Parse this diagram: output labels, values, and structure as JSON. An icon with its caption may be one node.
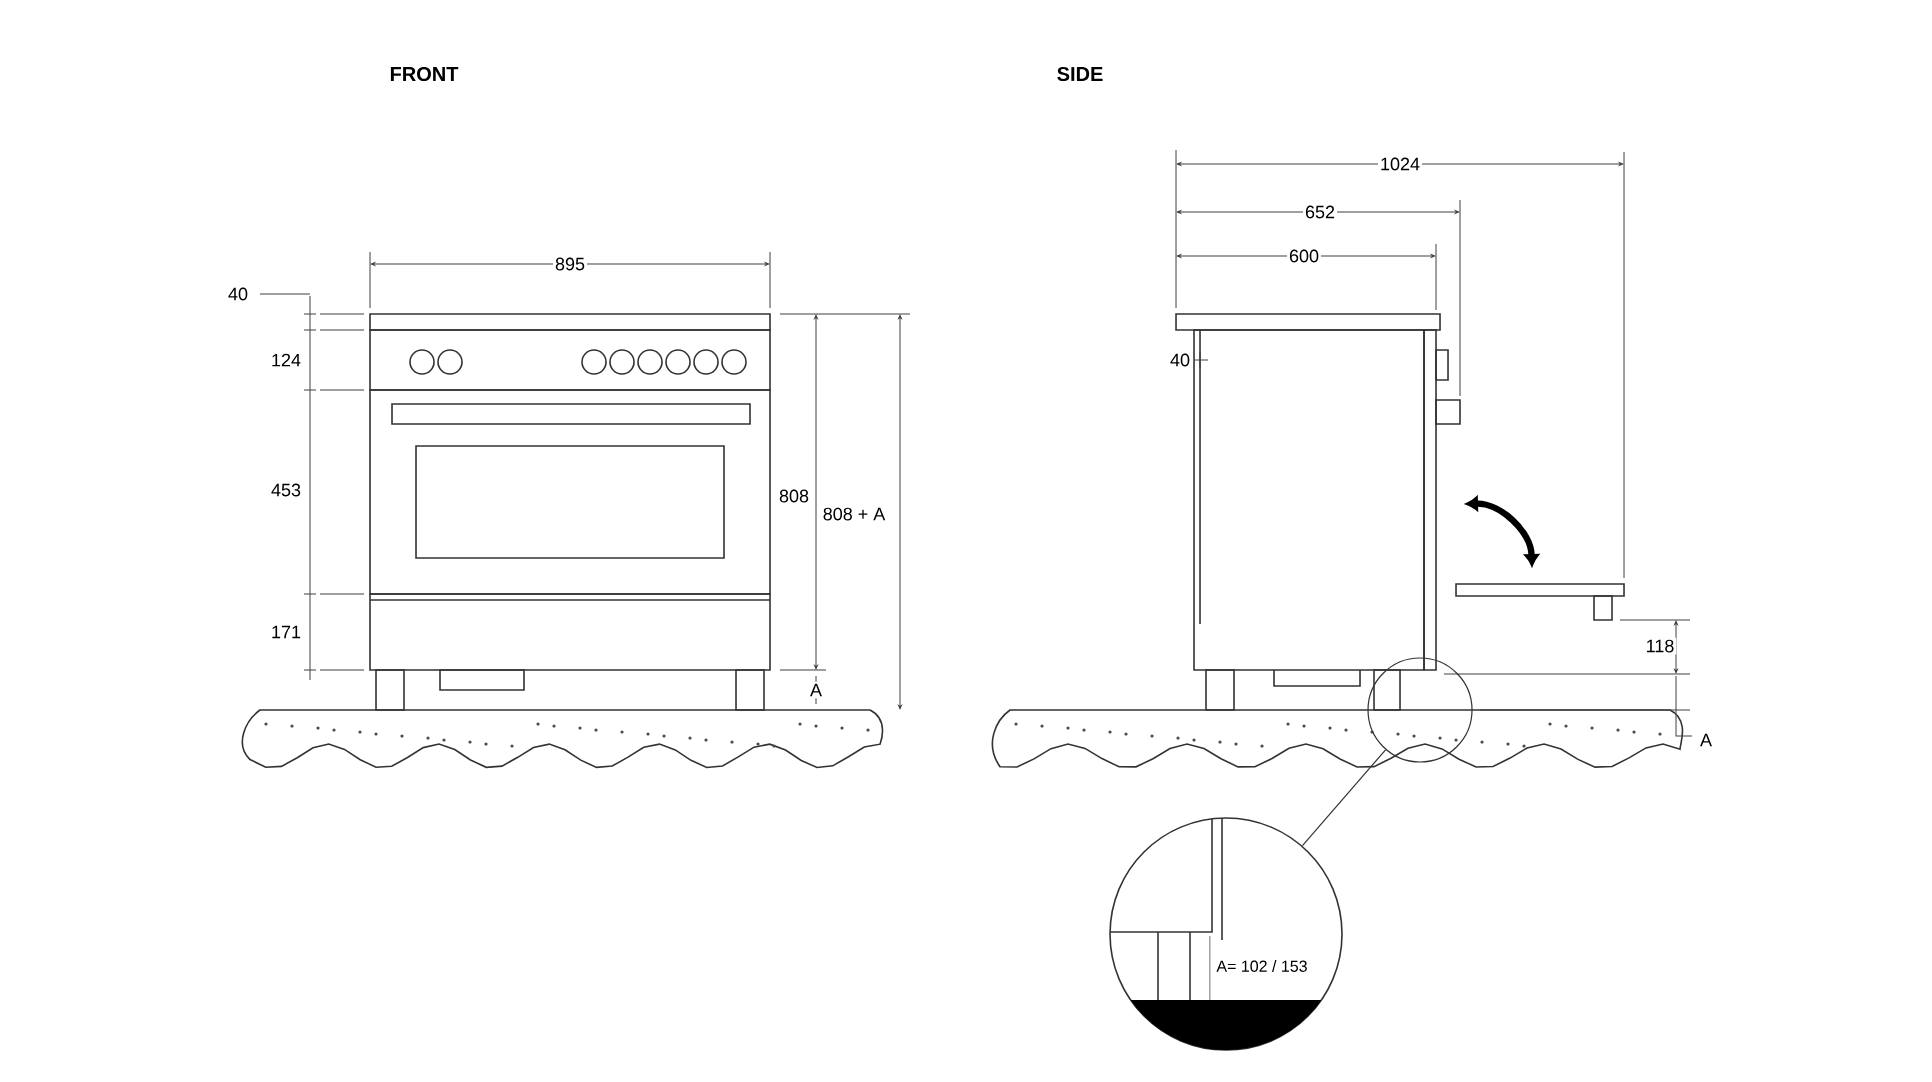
{
  "diagram": {
    "nodes": [
      {
        "text": [],
        "shape": "circle"
      },
      {
        "text": [
          "A= 102 / 153"
        ]
      }
    ],
    "edges": [
      {
        "from": 0,
        "to": 1,
        "arrow": "none"
      }
    ],
    "labels": [
      "FRONT",
      "SIDE",
      "1024",
      "652",
      "600",
      "895",
      "40",
      "124",
      "40",
      "453",
      "808",
      "808 + A",
      "171",
      "118",
      "A",
      "A"
    ]
  }
}
